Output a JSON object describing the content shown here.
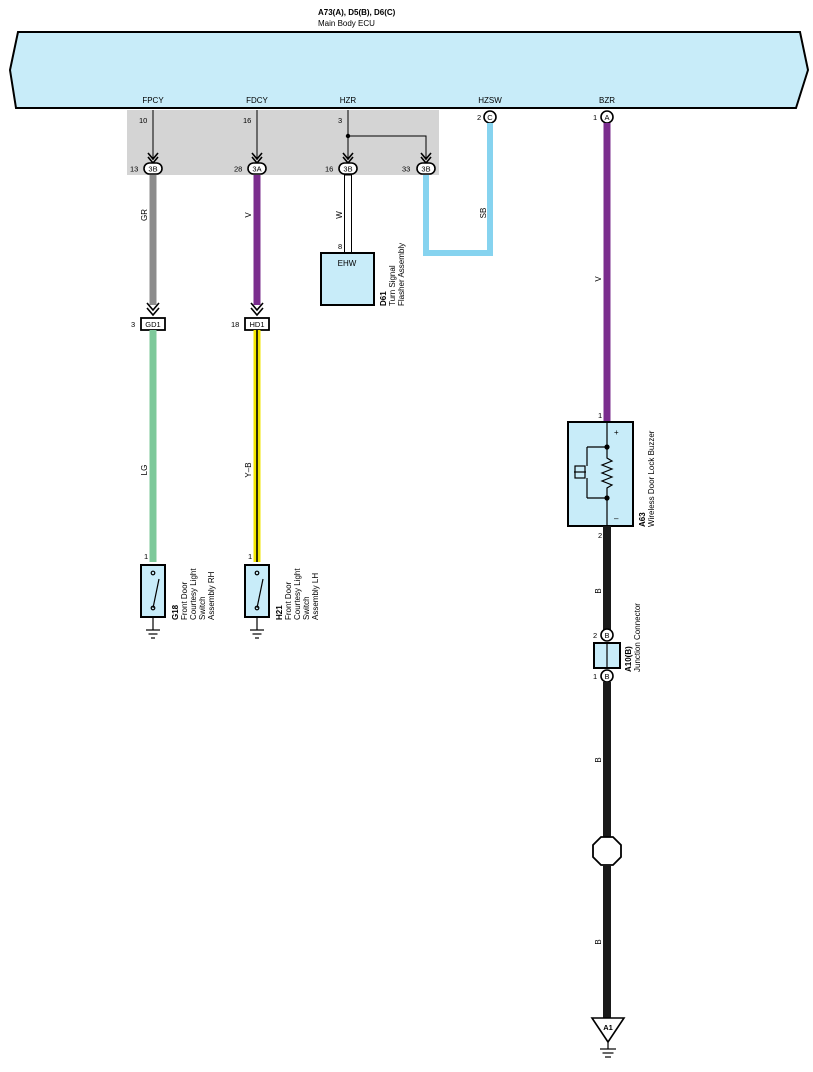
{
  "ecu": {
    "code": "A73(A), D5(B), D6(C)",
    "name": "Main Body ECU",
    "terminals": [
      {
        "signal": "FPCY",
        "pin": "10",
        "connector_pin": "13",
        "connector": "3B"
      },
      {
        "signal": "FDCY",
        "pin": "16",
        "connector_pin": "28",
        "connector": "3A"
      },
      {
        "signal": "HZR",
        "pin": "3",
        "connector_pin": "16",
        "connector": "3B"
      },
      {
        "signal": "HZR",
        "pin": "",
        "connector_pin": "33",
        "connector": "3B"
      },
      {
        "signal": "HZSW",
        "pin": "2",
        "connector": "C"
      },
      {
        "signal": "BZR",
        "pin": "1",
        "connector": "A"
      }
    ]
  },
  "wires": {
    "fpcy_upper": {
      "color_code": "GR",
      "color": "#8c8c8c"
    },
    "fpcy_lower": {
      "color_code": "LG",
      "color": "#7dc99a"
    },
    "fdcy_upper": {
      "color_code": "V",
      "color": "#7b2d8e"
    },
    "fdcy_lower": {
      "color_code": "Y–B",
      "color": "#f2e600"
    },
    "hzr": {
      "color_code": "W",
      "color": "#ffffff"
    },
    "hzsw": {
      "color_code": "SB",
      "color": "#86d3ef"
    },
    "bzr": {
      "color_code": "V",
      "color": "#7b2d8e"
    },
    "ground1": {
      "color_code": "B",
      "color": "#1a1a1a"
    },
    "ground2": {
      "color_code": "B",
      "color": "#1a1a1a"
    },
    "ground3": {
      "color_code": "B",
      "color": "#1a1a1a"
    }
  },
  "junctions": [
    {
      "label": "GD1",
      "pin": "3"
    },
    {
      "label": "HD1",
      "pin": "18"
    }
  ],
  "components": {
    "g18": {
      "code": "G18",
      "pin": "1",
      "lines": [
        "Front Door",
        "Courtesy Light",
        "Switch",
        "Assembly RH"
      ]
    },
    "h21": {
      "code": "H21",
      "pin": "1",
      "lines": [
        "Front Door",
        "Courtesy Light",
        "Switch",
        "Assembly LH"
      ]
    },
    "d61": {
      "code": "D61",
      "label": "EHW",
      "pin": "8",
      "lines": [
        "Turn Signal",
        "Flasher Assembly"
      ]
    },
    "a63": {
      "code": "A63",
      "pin_top": "1",
      "pin_bottom": "2",
      "plus": "+",
      "minus": "–",
      "lines": [
        "Wireless Door Lock Buzzer"
      ]
    },
    "a10": {
      "code": "A10(B)",
      "pin_top": "2",
      "pin_bottom": "1",
      "connector": "B",
      "lines": [
        "Junction Connector"
      ]
    }
  },
  "ground_point": {
    "label": "A1"
  },
  "colors": {
    "component_fill": "#c8ecf9",
    "ecu_shaded": "#d4d4d4",
    "outline": "#000000"
  }
}
